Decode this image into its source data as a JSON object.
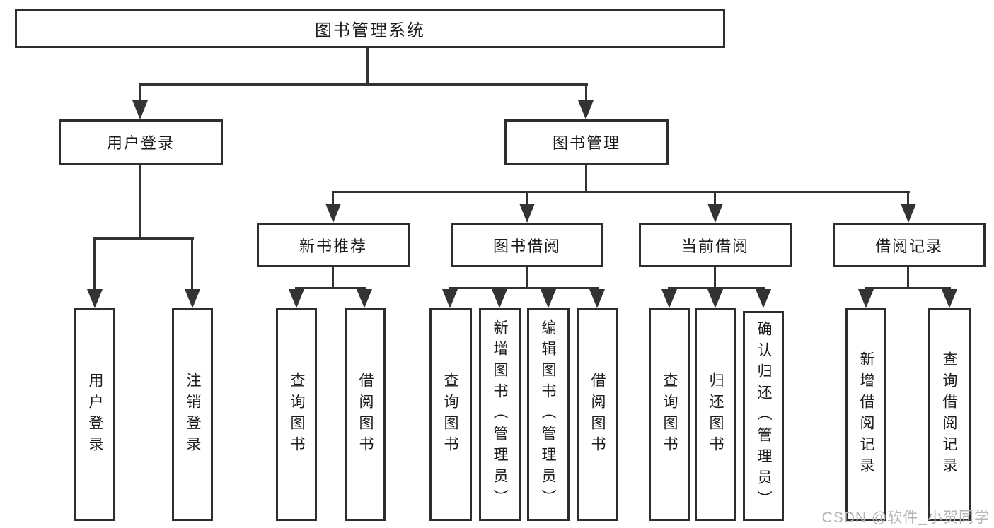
{
  "diagram": {
    "root": {
      "label": "图书管理系统",
      "children": [
        {
          "label": "用户登录",
          "children": [
            {
              "label": "用户登录"
            },
            {
              "label": "注销登录"
            }
          ]
        },
        {
          "label": "图书管理",
          "children": [
            {
              "label": "新书推荐",
              "children": [
                {
                  "label": "查询图书"
                },
                {
                  "label": "借阅图书"
                }
              ]
            },
            {
              "label": "图书借阅",
              "children": [
                {
                  "label": "查询图书"
                },
                {
                  "label": "新增图书（管理员）"
                },
                {
                  "label": "编辑图书（管理员）"
                },
                {
                  "label": "借阅图书"
                }
              ]
            },
            {
              "label": "当前借阅",
              "children": [
                {
                  "label": "查询图书"
                },
                {
                  "label": "归还图书"
                },
                {
                  "label": "确认归还（管理员）"
                }
              ]
            },
            {
              "label": "借阅记录",
              "children": [
                {
                  "label": "新增借阅记录"
                },
                {
                  "label": "查询借阅记录"
                }
              ]
            }
          ]
        }
      ]
    }
  },
  "watermark": "CSDN @软件_小贺同学",
  "colors": {
    "line": "#333333",
    "box_border": "#2e2e2e",
    "text": "#1c1c1c",
    "watermark": "#b5b5b5",
    "background": "#ffffff"
  }
}
